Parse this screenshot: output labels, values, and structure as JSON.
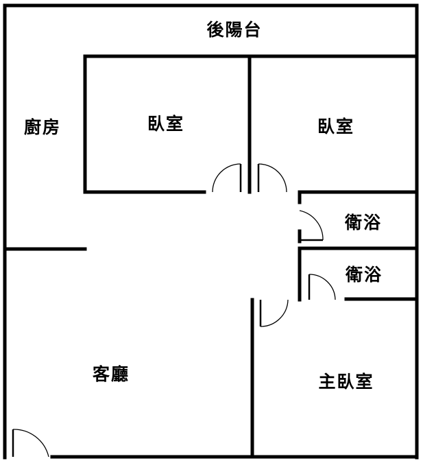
{
  "plan": {
    "wall_color": "#000000",
    "rooms": [
      {
        "id": "back-balcony",
        "label": "後陽台"
      },
      {
        "id": "kitchen",
        "label": "廚房"
      },
      {
        "id": "bedroom-1",
        "label": "臥室"
      },
      {
        "id": "bedroom-2",
        "label": "臥室"
      },
      {
        "id": "bathroom-1",
        "label": "衛浴"
      },
      {
        "id": "bathroom-2",
        "label": "衛浴"
      },
      {
        "id": "living-room",
        "label": "客廳"
      },
      {
        "id": "master-bedroom",
        "label": "主臥室"
      }
    ]
  }
}
